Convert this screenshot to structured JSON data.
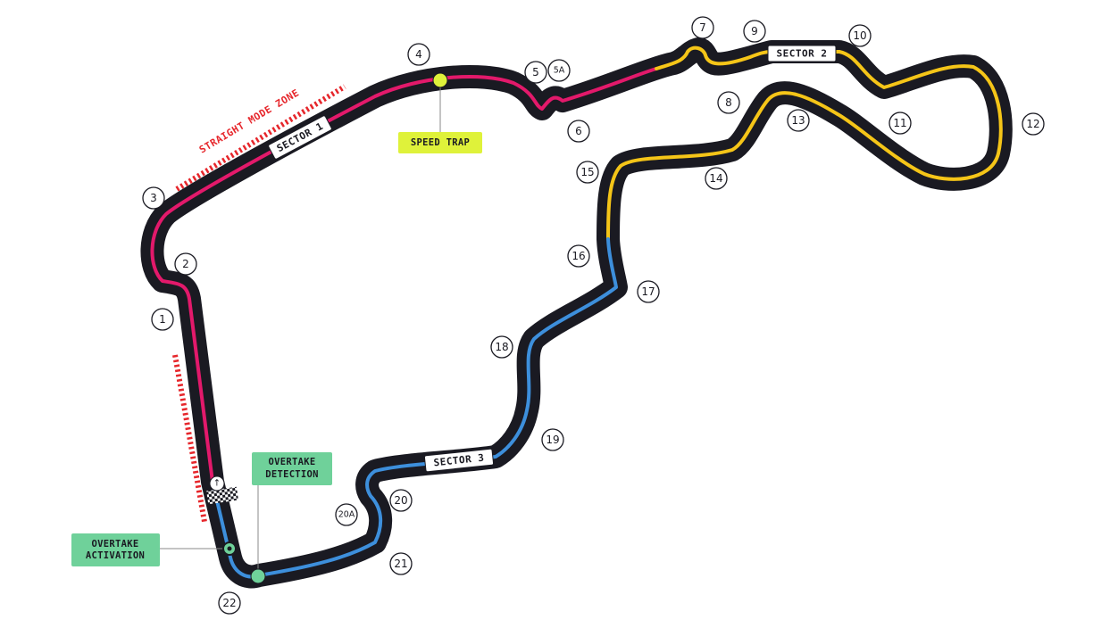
{
  "colors": {
    "track": "#1a1a22",
    "sector1": "#e3196b",
    "sector2": "#f5c518",
    "sector3": "#3d8fdc",
    "speed_trap": "#dff23a",
    "overtake": "#6fd19a",
    "zone": "#e6262b"
  },
  "sectors": {
    "s1": "SECTOR 1",
    "s2": "SECTOR 2",
    "s3": "SECTOR 3"
  },
  "markers": {
    "speed_trap": "SPEED TRAP",
    "overtake_detection": [
      "OVERTAKE",
      "DETECTION"
    ],
    "overtake_activation": [
      "OVERTAKE",
      "ACTIVATION"
    ],
    "straight_mode_zone": "STRAIGHT MODE ZONE",
    "start_arrow": "↑"
  },
  "turns": [
    "1",
    "2",
    "3",
    "4",
    "5",
    "5A",
    "6",
    "7",
    "8",
    "9",
    "10",
    "11",
    "12",
    "13",
    "14",
    "15",
    "16",
    "17",
    "18",
    "19",
    "20",
    "20A",
    "21",
    "22"
  ]
}
